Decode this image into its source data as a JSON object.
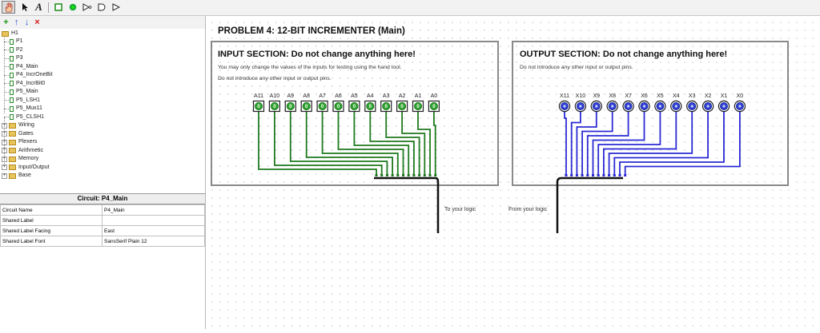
{
  "toolbar": {
    "tools": [
      "hand-tool",
      "select-tool",
      "text-tool",
      "add-wire-tool",
      "add-input-tool",
      "add-output-tool",
      "add-and-gate-tool",
      "add-or-gate-tool"
    ],
    "text_tool_glyph": "A"
  },
  "explorer": {
    "buttons": {
      "add": "+",
      "up": "↑",
      "down": "↓",
      "delete": "×"
    },
    "project": "H1",
    "circuits": [
      "P1",
      "P2",
      "P3",
      "P4_Main",
      "P4_IncrOneBit",
      "P4_IncrBit0",
      "P5_Main",
      "P5_LSH1",
      "P5_Mux11",
      "P5_CLSH1"
    ],
    "libraries": [
      "Wiring",
      "Gates",
      "Plexers",
      "Arithmetic",
      "Memory",
      "Input/Output",
      "Base"
    ]
  },
  "properties": {
    "title": "Circuit: P4_Main",
    "rows": [
      {
        "label": "Circuit Name",
        "value": "P4_Main"
      },
      {
        "label": "Shared Label",
        "value": ""
      },
      {
        "label": "Shared Label Facing",
        "value": "East"
      },
      {
        "label": "Shared Label Font",
        "value": "SansSerif Plain 12"
      }
    ]
  },
  "canvas": {
    "title": "PROBLEM 4: 12-BIT INCREMENTER (Main)",
    "input_section": {
      "heading": "INPUT SECTION: Do not change anything here!",
      "line1": "You may only change the values of the inputs for testing using the hand tool.",
      "line2": "Do not introduce any other input or output pins.",
      "pins": [
        "A11",
        "A10",
        "A9",
        "A8",
        "A7",
        "A6",
        "A5",
        "A4",
        "A3",
        "A2",
        "A1",
        "A0"
      ],
      "pin_value": "0",
      "label": "To your logic"
    },
    "output_section": {
      "heading": "OUTPUT SECTION: Do not change anything here!",
      "line1": "Do not introduce any other input or output pins.",
      "pins": [
        "X11",
        "X10",
        "X9",
        "X8",
        "X7",
        "X6",
        "X5",
        "X4",
        "X3",
        "X2",
        "X1",
        "X0"
      ],
      "label": "From your logic"
    }
  },
  "colors": {
    "input_wire": "#1e7a1e",
    "output_wire": "#2a2ad6",
    "bus": "#111111",
    "section_border": "#8a8a8a",
    "pin_green": "#2ea52e",
    "pin_blue": "#2f3fd0"
  }
}
